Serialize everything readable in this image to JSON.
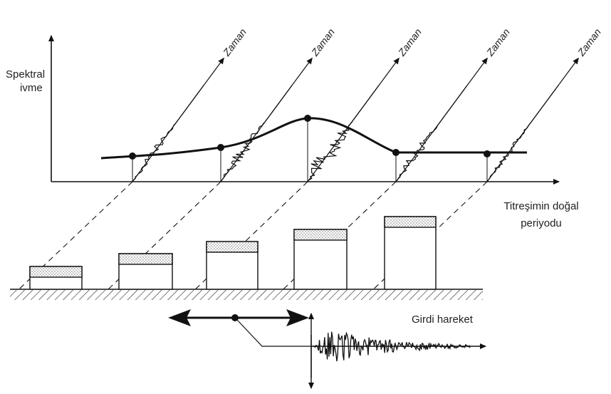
{
  "labels": {
    "y_axis_line1": "Spektral",
    "y_axis_line2": "ivme",
    "x_axis_line1": "Titreşimin doğal",
    "x_axis_line2": "periyodu",
    "time_axis": "Zaman",
    "input_motion": "Girdi hareket"
  },
  "colors": {
    "ink": "#111111",
    "background": "#ffffff"
  }
}
